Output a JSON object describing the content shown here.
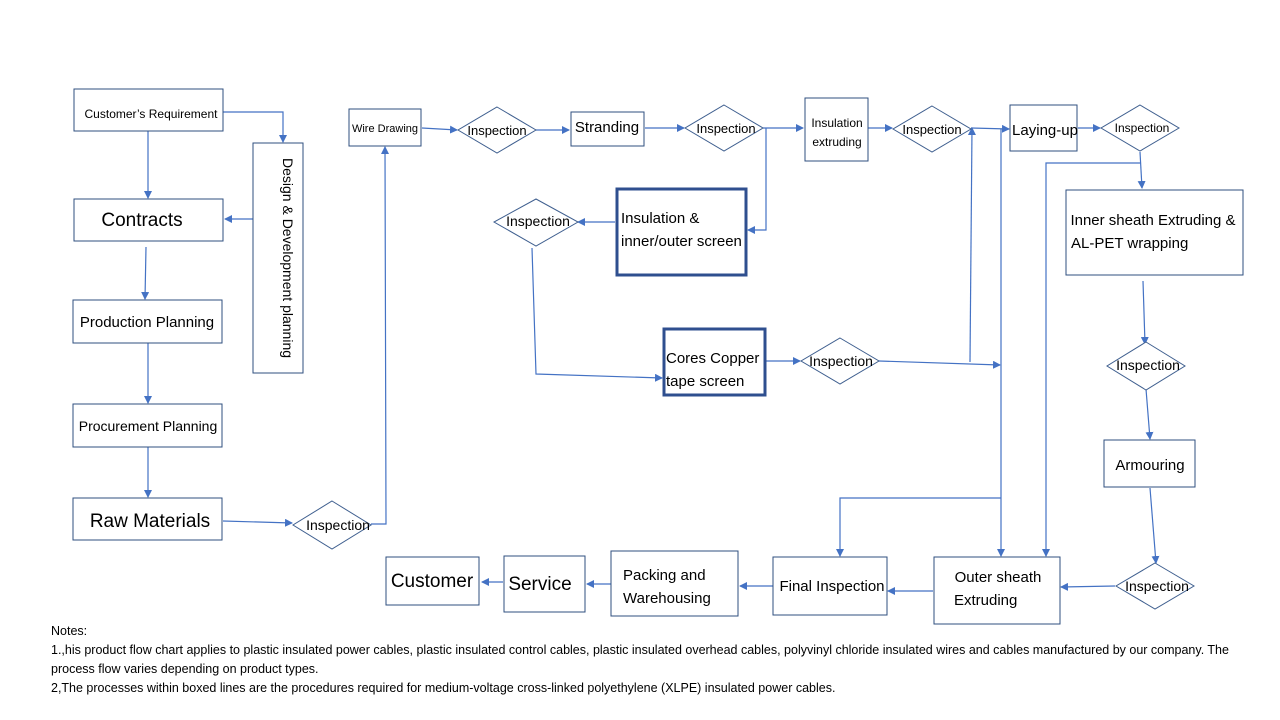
{
  "nodes": {
    "customers_requirement": "Customer’s Requirement",
    "design_development": "Design & Development planning",
    "contracts": "Contracts",
    "production_planning": "Production Planning",
    "procurement_planning": "Procurement Planning",
    "raw_materials": "Raw Materials",
    "inspection_raw": "Inspection",
    "wire_drawing": "Wire Drawing",
    "inspection_1": "Inspection",
    "stranding": "Stranding",
    "inspection_2": "Inspection",
    "insulation_extruding_line1": "Insulation",
    "insulation_extruding_line2": "extruding",
    "inspection_3": "Inspection",
    "laying_up": "Laying-up",
    "inspection_4": "Inspection",
    "insulation_screen_line1": "Insulation &",
    "insulation_screen_line2": "inner/outer screen",
    "inspection_screen": "Inspection",
    "cores_copper_line1": "Cores Copper",
    "cores_copper_line2": "tape screen",
    "inspection_copper": "Inspection",
    "inner_sheath_line1": "Inner sheath Extruding &",
    "inner_sheath_line2": "AL-PET wrapping",
    "inspection_inner": "Inspection",
    "armouring": "Armouring",
    "inspection_armour": "Inspection",
    "outer_sheath_line1": "Outer sheath",
    "outer_sheath_line2": "Extruding",
    "final_inspection": "Final Inspection",
    "packing_line1": "Packing and",
    "packing_line2": "Warehousing",
    "service": "Service",
    "customer": "Customer"
  },
  "notes": {
    "heading": "Notes:",
    "note1": "1.,his product flow chart applies to plastic insulated power cables, plastic insulated control cables, plastic insulated overhead cables, polyvinyl chloride insulated wires and  cables manufactured by our company. The process flow varies depending on product types.",
    "note2": "2,The processes within boxed lines are the procedures required for medium-voltage cross-linked polyethylene (XLPE) insulated power cables."
  },
  "colors": {
    "connector": "#4472c4",
    "box_border": "#2f4f7f",
    "highlight_border": "#2f4f8f"
  }
}
